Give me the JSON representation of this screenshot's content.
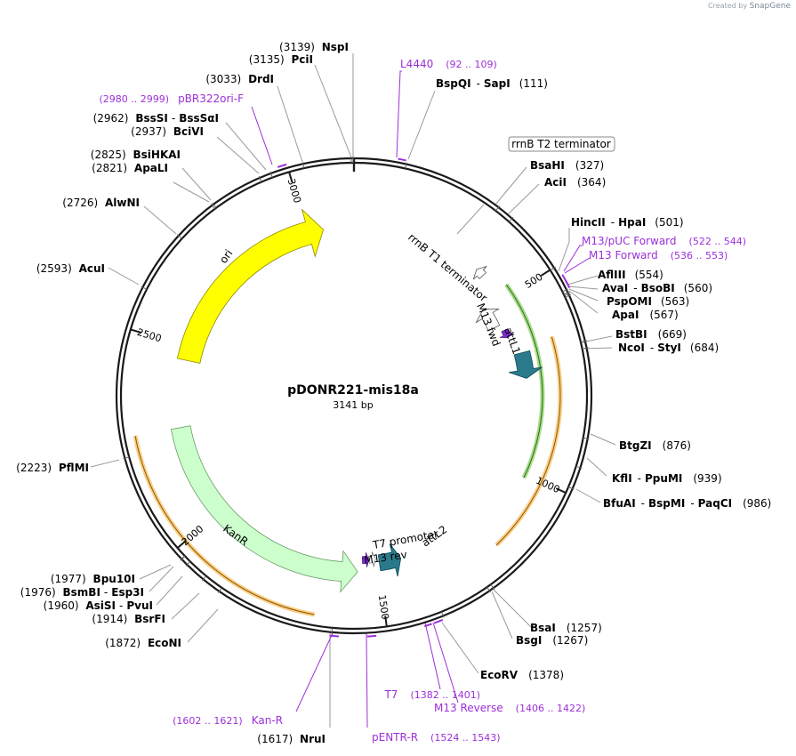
{
  "branding": {
    "created_by": "Created by",
    "product": "SnapGene"
  },
  "plasmid": {
    "name": "pDONR221-mis18a",
    "length_label": "3141 bp",
    "length": 3141
  },
  "scale": {
    "ticks": [
      {
        "label": "500",
        "position": 500
      },
      {
        "label": "1000",
        "position": 1000
      },
      {
        "label": "1500",
        "position": 1500
      },
      {
        "label": "2000",
        "position": 2000
      },
      {
        "label": "2500",
        "position": 2500
      },
      {
        "label": "3000",
        "position": 3000
      }
    ]
  },
  "colors": {
    "backbone": "#1a1a1a",
    "enzyme_text": "#000000",
    "primer": "#9b30d9",
    "ori": "#ffff00",
    "kanr": "#ccffcc",
    "attl": "#2a7a8c",
    "primer_arrow": "#7b2ad1",
    "orange_halo": "#f5a623",
    "green_halo": "#4fb81e",
    "terminator": "#ffffff"
  },
  "sites": [
    {
      "id": "nspi",
      "position": 3139,
      "pos_label": "(3139)",
      "names": [
        "NspI"
      ]
    },
    {
      "id": "pcii",
      "position": 3135,
      "pos_label": "(3135)",
      "names": [
        "PciI"
      ]
    },
    {
      "id": "drdi",
      "position": 3033,
      "pos_label": "(3033)",
      "names": [
        "DrdI"
      ]
    },
    {
      "id": "bsssi",
      "position": 2962,
      "pos_label": "(2962)",
      "names": [
        "BssSI",
        "BssSαI"
      ]
    },
    {
      "id": "bcivi",
      "position": 2937,
      "pos_label": "(2937)",
      "names": [
        "BciVI"
      ]
    },
    {
      "id": "bsihkai",
      "position": 2825,
      "pos_label": "(2825)",
      "names": [
        "BsiHKAI"
      ]
    },
    {
      "id": "apali",
      "position": 2821,
      "pos_label": "(2821)",
      "names": [
        "ApaLI"
      ]
    },
    {
      "id": "alwni",
      "position": 2726,
      "pos_label": "(2726)",
      "names": [
        "AlwNI"
      ]
    },
    {
      "id": "acui",
      "position": 2593,
      "pos_label": "(2593)",
      "names": [
        "AcuI"
      ]
    },
    {
      "id": "pflmi",
      "position": 2223,
      "pos_label": "(2223)",
      "names": [
        "PflMI"
      ]
    },
    {
      "id": "bpu10i",
      "position": 1977,
      "pos_label": "(1977)",
      "names": [
        "Bpu10I"
      ]
    },
    {
      "id": "bsmbi",
      "position": 1976,
      "pos_label": "(1976)",
      "names": [
        "BsmBI",
        "Esp3I"
      ]
    },
    {
      "id": "asisi",
      "position": 1960,
      "pos_label": "(1960)",
      "names": [
        "AsiSI",
        "PvuI"
      ]
    },
    {
      "id": "bsrfi",
      "position": 1914,
      "pos_label": "(1914)",
      "names": [
        "BsrFI"
      ]
    },
    {
      "id": "econi",
      "position": 1872,
      "pos_label": "(1872)",
      "names": [
        "EcoNI"
      ]
    },
    {
      "id": "nrui",
      "position": 1617,
      "pos_label": "(1617)",
      "names": [
        "NruI"
      ]
    },
    {
      "id": "bspqi",
      "position": 111,
      "pos_label": "(111)",
      "names": [
        "BspQI",
        "SapI"
      ]
    },
    {
      "id": "bsahi",
      "position": 327,
      "pos_label": "(327)",
      "names": [
        "BsaHI"
      ]
    },
    {
      "id": "acii",
      "position": 364,
      "pos_label": "(364)",
      "names": [
        "AciI"
      ]
    },
    {
      "id": "hincii",
      "position": 501,
      "pos_label": "(501)",
      "names": [
        "HincII",
        "HpaI"
      ]
    },
    {
      "id": "aflii",
      "position": 554,
      "pos_label": "(554)",
      "names": [
        "AflIII"
      ]
    },
    {
      "id": "avai",
      "position": 560,
      "pos_label": "(560)",
      "names": [
        "AvaI",
        "BsoBI"
      ]
    },
    {
      "id": "pspomi",
      "position": 563,
      "pos_label": "(563)",
      "names": [
        "PspOMI"
      ]
    },
    {
      "id": "apai",
      "position": 567,
      "pos_label": "(567)",
      "names": [
        "ApaI"
      ]
    },
    {
      "id": "bstbi",
      "position": 669,
      "pos_label": "(669)",
      "names": [
        "BstBI"
      ]
    },
    {
      "id": "ncoi",
      "position": 684,
      "pos_label": "(684)",
      "names": [
        "NcoI",
        "StyI"
      ]
    },
    {
      "id": "btgzi",
      "position": 876,
      "pos_label": "(876)",
      "names": [
        "BtgZI"
      ]
    },
    {
      "id": "kfli",
      "position": 939,
      "pos_label": "(939)",
      "names": [
        "KflI",
        "PpuMI"
      ]
    },
    {
      "id": "bfuai",
      "position": 986,
      "pos_label": "(986)",
      "names": [
        "BfuAI",
        "BspMI",
        "PaqCI"
      ]
    },
    {
      "id": "bsai",
      "position": 1257,
      "pos_label": "(1257)",
      "names": [
        "BsaI"
      ]
    },
    {
      "id": "bsgi",
      "position": 1267,
      "pos_label": "(1267)",
      "names": [
        "BsgI"
      ]
    },
    {
      "id": "ecorv",
      "position": 1378,
      "pos_label": "(1378)",
      "names": [
        "EcoRV"
      ]
    }
  ],
  "primers": [
    {
      "id": "l4440",
      "name": "L4440",
      "range_label": "(92 .. 109)",
      "start": 92,
      "end": 109
    },
    {
      "id": "m13puc-fwd",
      "name": "M13/pUC Forward",
      "range_label": "(522 .. 544)",
      "start": 522,
      "end": 544
    },
    {
      "id": "m13-fwd",
      "name": "M13 Forward",
      "range_label": "(536 .. 553)",
      "start": 536,
      "end": 553
    },
    {
      "id": "t7",
      "name": "T7",
      "range_label": "(1382 .. 1401)",
      "start": 1382,
      "end": 1401
    },
    {
      "id": "m13-rev",
      "name": "M13 Reverse",
      "range_label": "(1406 .. 1422)",
      "start": 1406,
      "end": 1422
    },
    {
      "id": "pentr-r",
      "name": "pENTR-R",
      "range_label": "(1524 .. 1543)",
      "start": 1524,
      "end": 1543
    },
    {
      "id": "kan-r",
      "name": "Kan-R",
      "range_label": "(1602 .. 1621)",
      "start": 1602,
      "end": 1621
    },
    {
      "id": "pbr322ori-f",
      "name": "pBR322ori-F",
      "range_label": "(2980 .. 2999)",
      "start": 2980,
      "end": 2999
    }
  ],
  "features": {
    "ori": {
      "label": "ori",
      "start": 2460,
      "end": 3050
    },
    "kanr": {
      "label": "KanR",
      "start": 1560,
      "end": 2265
    },
    "rrnb_t2": {
      "label": "rrnB T2 terminator"
    },
    "rrnb_t1": {
      "label": "rrnB T1 terminator"
    },
    "m13_fwd": {
      "label": "M13 fwd"
    },
    "attl1": {
      "label": "attL1"
    },
    "t7_promoter": {
      "label": "T7 promoter"
    },
    "m13_rev": {
      "label": "M13 rev"
    },
    "attl2": {
      "label": "attL2"
    }
  }
}
